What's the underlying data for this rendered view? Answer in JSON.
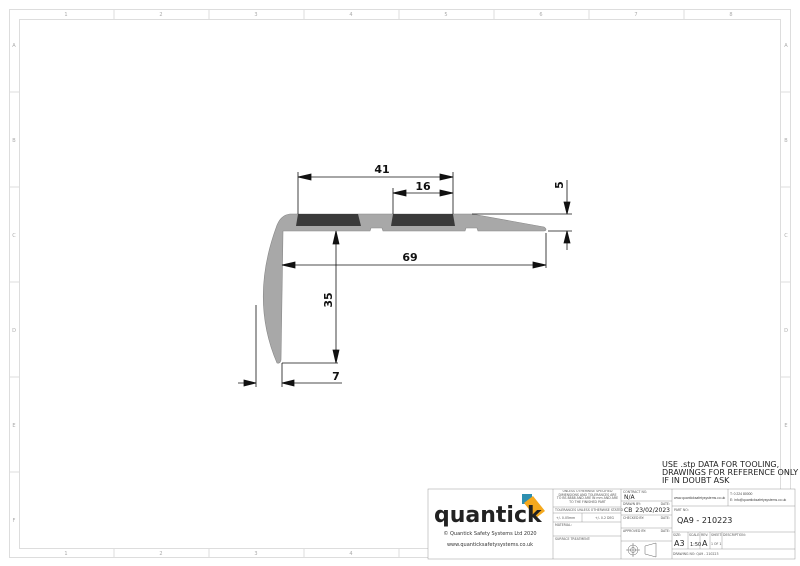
{
  "sheet": {
    "columns": [
      "1",
      "2",
      "3",
      "4",
      "5",
      "6",
      "7",
      "8"
    ],
    "rows": [
      "A",
      "B",
      "C",
      "D",
      "E",
      "F"
    ]
  },
  "dimensions": {
    "d41": "41",
    "d16": "16",
    "d5": "5",
    "d69": "69",
    "d35": "35",
    "d7": "7"
  },
  "note": {
    "line1": "USE .stp DATA FOR TOOLING,",
    "line2": "DRAWINGS FOR REFERENCE ONLY",
    "line3": "IF IN DOUBT ASK"
  },
  "title_block": {
    "logo_text": "quantick",
    "copyright": "© Quantick Safety Systems Ltd 2020",
    "website": "www.quanticksafetysystems.co.uk",
    "general_note": "UNLESS OTHERWISE SPECIFIED DIMENSIONS AND TOLERANCES ARE TO BS 8888 AND ARE IN mm AND ARE TO THE FINISHED PART",
    "tolerances_label": "TOLERANCES UNLESS OTHERWISE STATED",
    "tol_linear": "+/- 0.05mm",
    "tol_angular": "+/- 0.2 DEG",
    "material_label": "MATERIAL:",
    "surface_label": "SURFACE TREATMENT:",
    "contract_label": "CONTRACT NO.",
    "contract_value": "N/A",
    "drawn_label": "DRAWN BY:",
    "date_label": "DATE:",
    "drawn_value": "CB",
    "drawn_date": "23/02/2023",
    "checked_label": "CHECKED BY:",
    "approved_label": "APPROVED BY:",
    "web_small": "www.quanticksafetysystems.co.uk",
    "phone": "T: 0 224 80000",
    "email": "E: info@quanticksafetysystems.co.uk",
    "part_label": "PART NO:",
    "part_value": "QA9 - 210223",
    "size_label": "SIZE:",
    "size_value": "A3",
    "scale_label": "SCALE:",
    "scale_value": "1:50",
    "rev_label": "REV:",
    "rev_value": "A",
    "sheet_label": "SHEET:",
    "sheet_value": "1 OF 1",
    "description_label": "DESCRIPTION:",
    "drawing_no": "DRAWING NO: QA9 - 210223"
  },
  "colors": {
    "profile": "#a8a8a8",
    "insert": "#3a3a3a",
    "logo_orange": "#f5a91e",
    "logo_blue": "#2e8fb0"
  }
}
